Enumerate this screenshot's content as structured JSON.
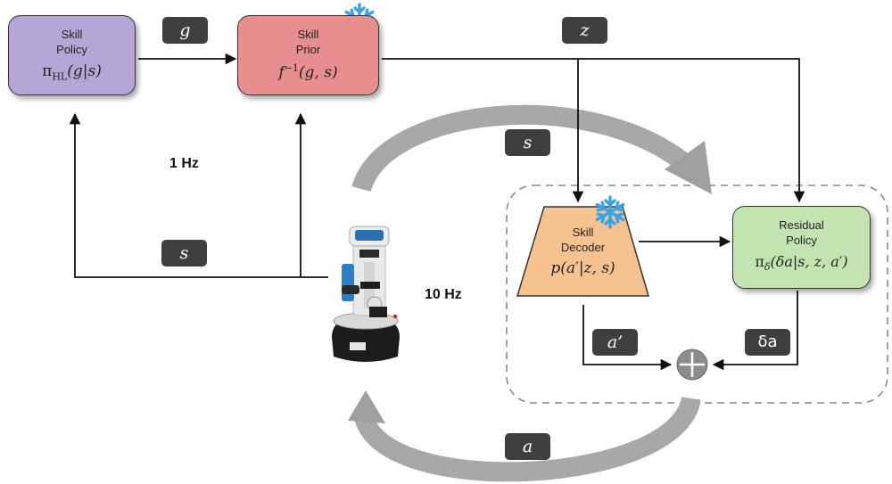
{
  "skill_policy": {
    "line1": "Skill",
    "line2": "Policy",
    "formula_base": "π",
    "formula_sub": "HL",
    "formula_rest": "(g|s)"
  },
  "skill_prior": {
    "line1": "Skill",
    "line2": "Prior",
    "formula_base": "f",
    "formula_sup": "−1",
    "formula_rest": "(g, s)"
  },
  "skill_decoder": {
    "line1": "Skill",
    "line2": "Decoder",
    "formula": "p(a′|z, s)"
  },
  "residual_policy": {
    "line1": "Residual",
    "line2": "Policy",
    "formula_base": "π",
    "formula_sub": "δ",
    "formula_rest": "(δa|s, z, a′)"
  },
  "labels": {
    "g": "g",
    "z": "z",
    "s_top": "s",
    "s_left": "s",
    "a_prime": "a’",
    "delta_a": "δa",
    "a_bottom": "a"
  },
  "rates": {
    "low": "1 Hz",
    "high": "10 Hz"
  },
  "colors": {
    "skill_policy": "#b5a6d8",
    "skill_prior": "#e88e8e",
    "skill_decoder": "#f6c390",
    "residual_policy": "#c3e3b0",
    "snowflake": "#3aa3e6",
    "label_bg": "#3f3f3f"
  },
  "icons": {
    "frozen": "snowflake-icon",
    "sum": "circled-plus-icon",
    "robot": "fetch-robot-icon"
  }
}
